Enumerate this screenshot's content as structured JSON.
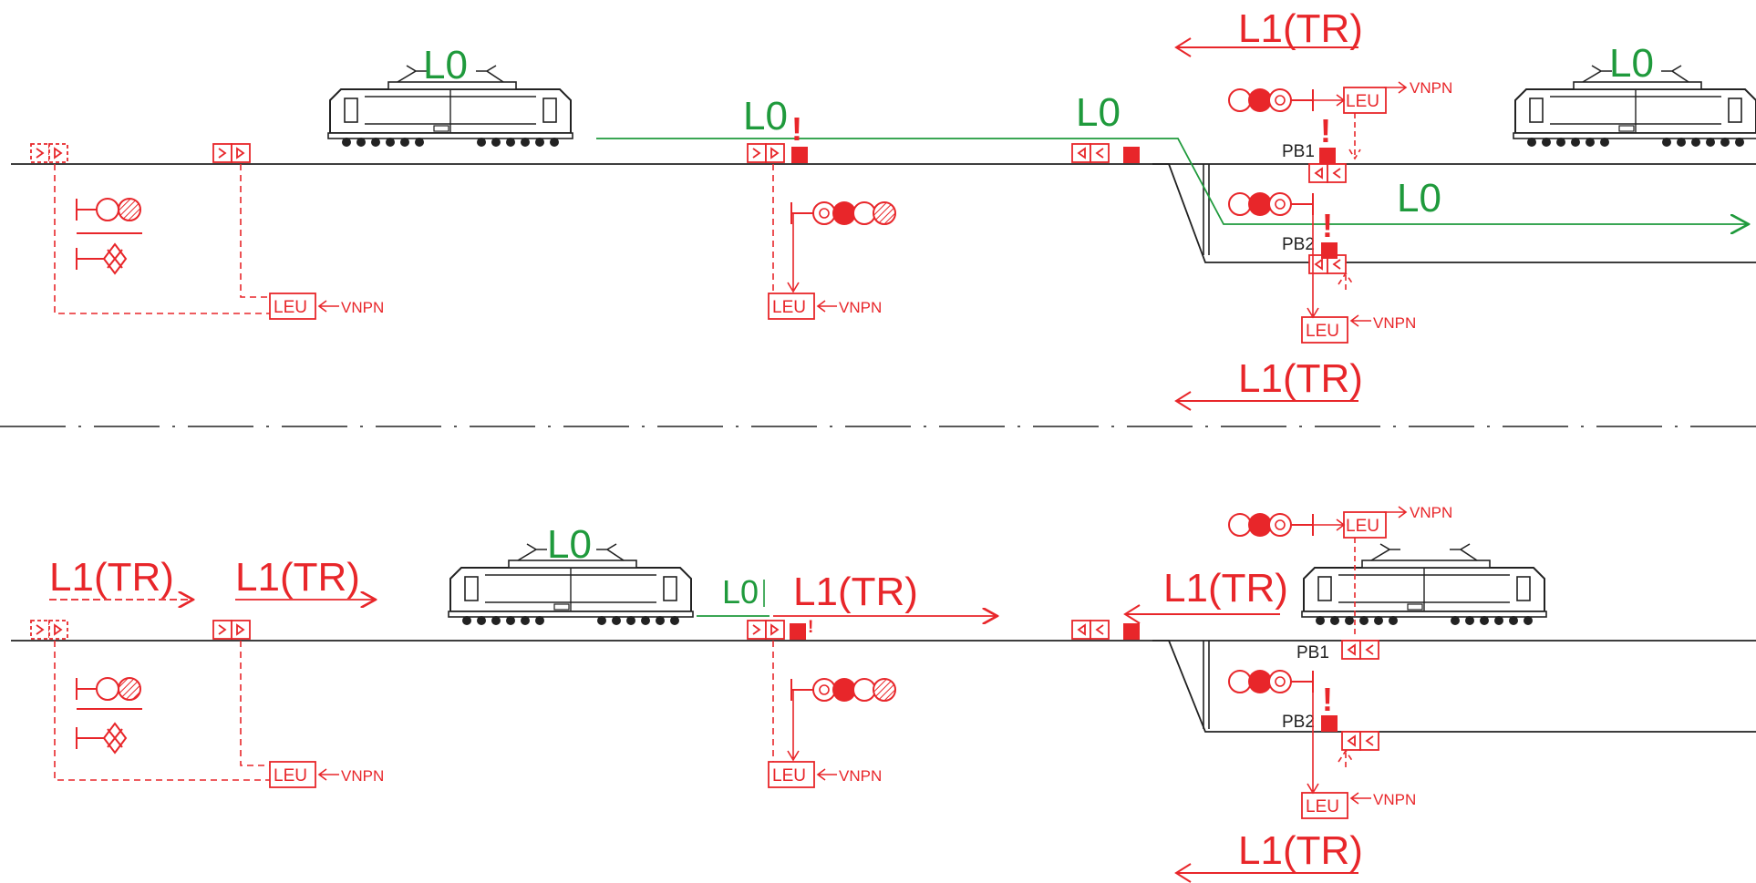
{
  "labels": {
    "l0": "L0",
    "l1_tr": "L1(TR)",
    "leu": "LEU",
    "vnpn": "VNPN",
    "pb1": "PB1",
    "pb2": "PB2",
    "alert": "!"
  },
  "colors": {
    "track": "#222222",
    "signalling": "#e8262a",
    "level0": "#1f9a3c"
  },
  "icons": {
    "locomotive": "locomotive-icon",
    "signal": "signal-icon",
    "balise": "balise-icon",
    "stop_board": "stop-board-icon"
  }
}
